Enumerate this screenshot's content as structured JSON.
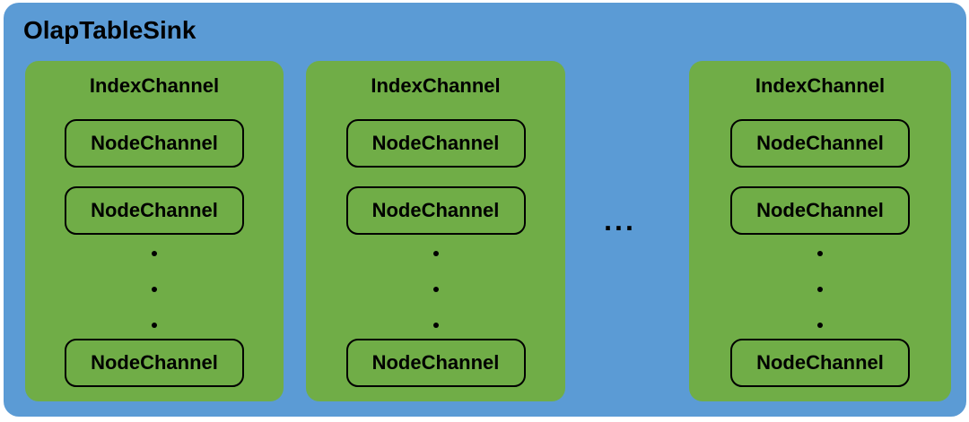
{
  "diagram": {
    "title": "OlapTableSink",
    "ellipsis": "...",
    "colors": {
      "background": "#FFFFFF",
      "container_fill": "#5B9BD5",
      "channel_fill": "#70AD47",
      "node_border": "#000000",
      "text": "#000000"
    },
    "index_channels": [
      {
        "title": "IndexChannel",
        "nodes": [
          "NodeChannel",
          "NodeChannel",
          "NodeChannel"
        ],
        "vertical_dot_count": 3
      },
      {
        "title": "IndexChannel",
        "nodes": [
          "NodeChannel",
          "NodeChannel",
          "NodeChannel"
        ],
        "vertical_dot_count": 3
      },
      {
        "title": "IndexChannel",
        "nodes": [
          "NodeChannel",
          "NodeChannel",
          "NodeChannel"
        ],
        "vertical_dot_count": 3
      }
    ]
  }
}
